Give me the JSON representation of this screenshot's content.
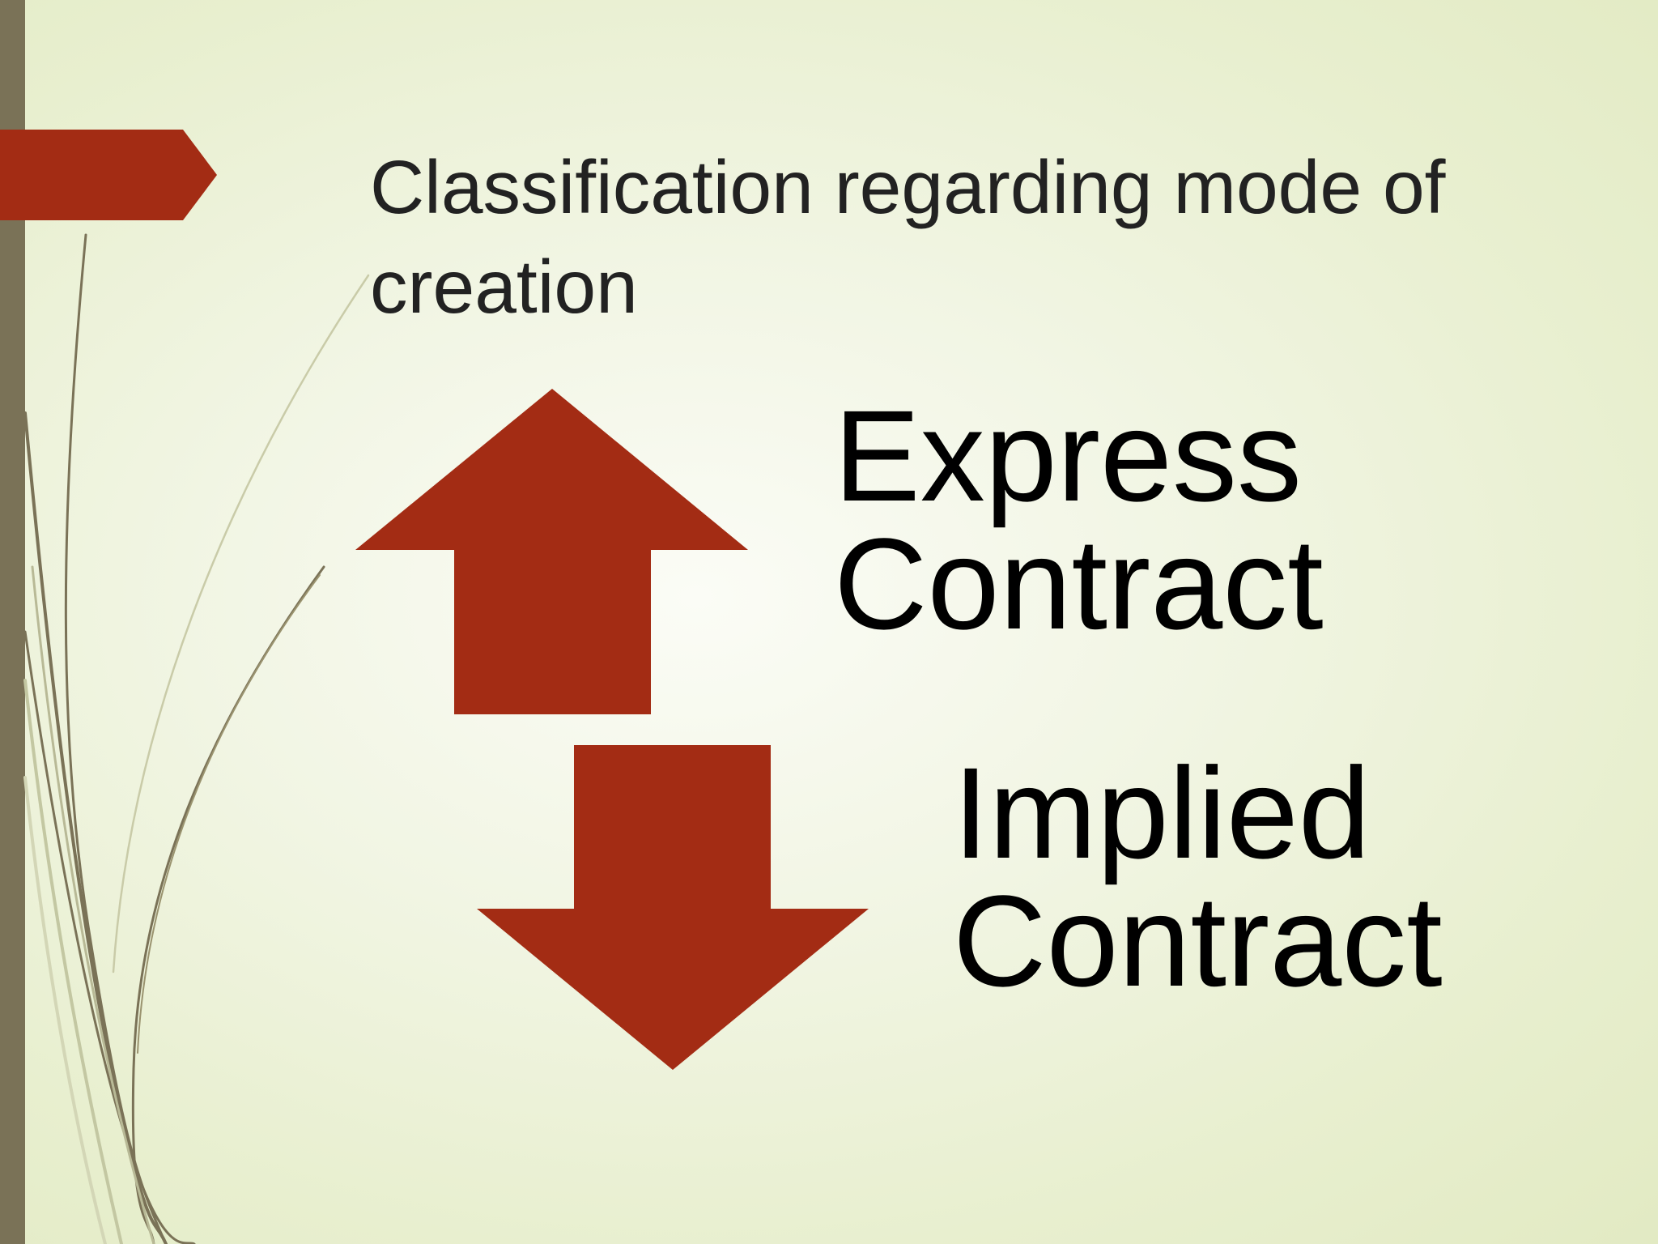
{
  "slide": {
    "title": "Classification regarding mode of creation",
    "items": [
      {
        "line1": "Express",
        "line2": "Contract",
        "direction": "up",
        "icon": "up-arrow-icon"
      },
      {
        "line1": "Implied",
        "line2": "Contract",
        "direction": "down",
        "icon": "down-arrow-icon"
      }
    ]
  },
  "colors": {
    "accent": "#a32c14",
    "bar": "#7a7257",
    "title_text": "#222222",
    "body_text": "#000000",
    "background": "#eef3dc"
  }
}
